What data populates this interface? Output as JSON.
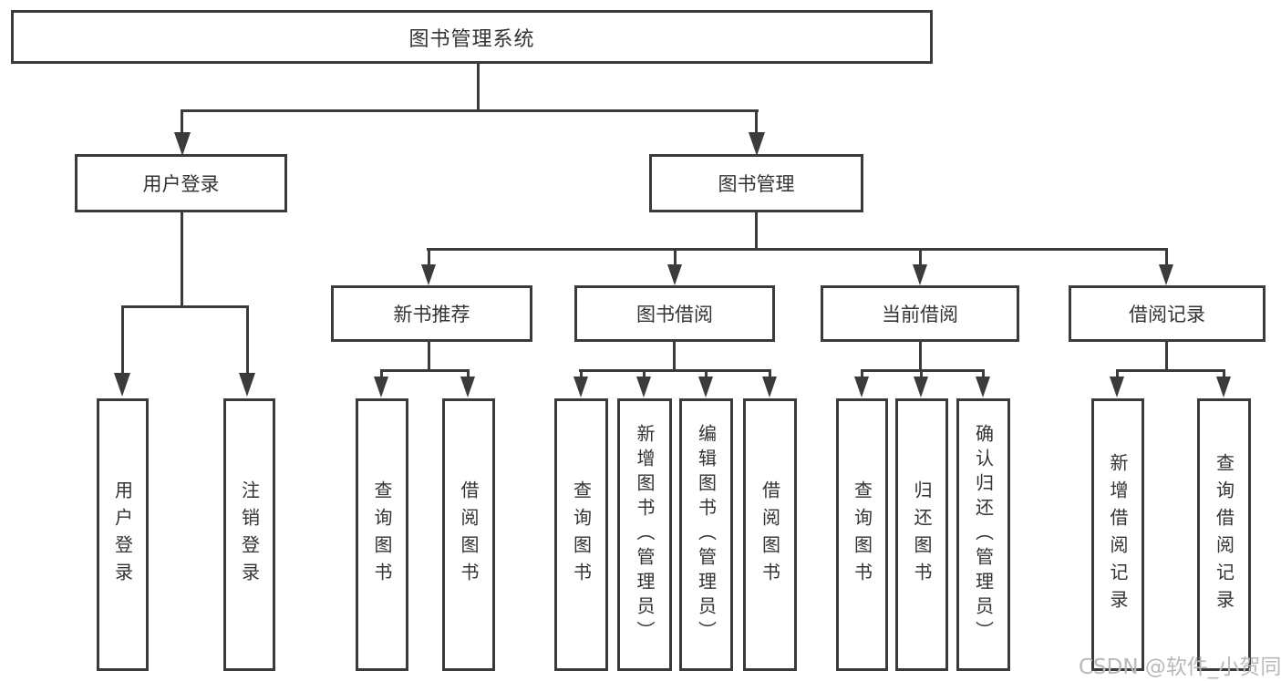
{
  "tree": {
    "label": "图书管理系统",
    "children": [
      {
        "label": "用户登录",
        "children": [
          {
            "label": "用户登录"
          },
          {
            "label": "注销登录"
          }
        ]
      },
      {
        "label": "图书管理",
        "children": [
          {
            "label": "新书推荐",
            "children": [
              {
                "label": "查询图书"
              },
              {
                "label": "借阅图书"
              }
            ]
          },
          {
            "label": "图书借阅",
            "children": [
              {
                "label": "查询图书"
              },
              {
                "label": "新增图书（管理员）"
              },
              {
                "label": "编辑图书（管理员）"
              },
              {
                "label": "借阅图书"
              }
            ]
          },
          {
            "label": "当前借阅",
            "children": [
              {
                "label": "查询图书"
              },
              {
                "label": "归还图书"
              },
              {
                "label": "确认归还（管理员）"
              }
            ]
          },
          {
            "label": "借阅记录",
            "children": [
              {
                "label": "新增借阅记录"
              },
              {
                "label": "查询借阅记录"
              }
            ]
          }
        ]
      }
    ]
  },
  "watermark": {
    "text": "CSDN @软件_小贺同学"
  },
  "colors": {
    "line": "#3b3b3b",
    "border": "#3b3b3b",
    "text": "#333333",
    "watermark": "#b9b9b9",
    "background": "#ffffff"
  }
}
